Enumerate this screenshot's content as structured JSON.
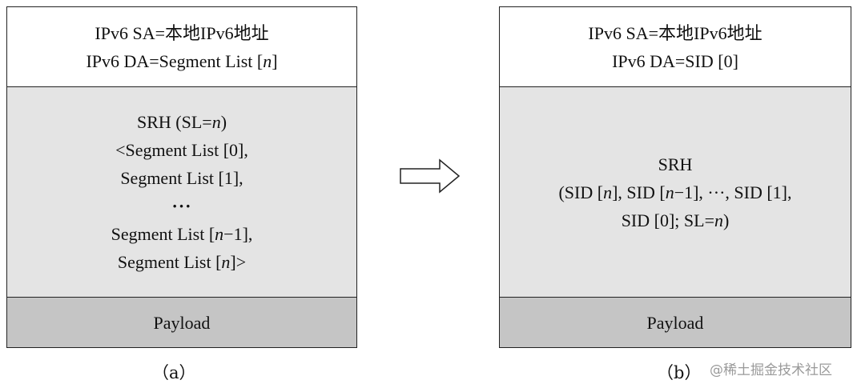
{
  "panel_a": {
    "header": [
      "IPv6 SA=本地IPv6地址",
      "IPv6 DA=Segment List [",
      "n",
      "]"
    ],
    "srh": {
      "l1_pre": "SRH (SL=",
      "l1_var": "n",
      "l1_post": ")",
      "l2": "<Segment List [0],",
      "l3": "Segment List [1],",
      "l4": "···",
      "l5_pre": "Segment List [",
      "l5_var": "n",
      "l5_post": "−1],",
      "l6_pre": "Segment List [",
      "l6_var": "n",
      "l6_post": "]>"
    },
    "payload": "Payload",
    "caption": "（a）"
  },
  "panel_b": {
    "header": [
      "IPv6 SA=本地IPv6地址",
      "IPv6 DA=SID [0]"
    ],
    "srh": {
      "l1": "SRH",
      "l2_a": "(SID [",
      "l2_var1": "n",
      "l2_b": "], SID [",
      "l2_var2": "n",
      "l2_c": "−1], ···, SID [1],",
      "l3_a": "SID [0]; SL=",
      "l3_var": "n",
      "l3_b": ")"
    },
    "payload": "Payload",
    "caption": "（b）"
  },
  "watermark": "@稀土掘金技术社区",
  "colors": {
    "header_bg": "#ffffff",
    "srh_bg": "#e4e4e4",
    "payload_bg": "#c5c5c5",
    "border": "#222222"
  },
  "icons": {
    "transform_arrow": "arrow-right-icon"
  }
}
